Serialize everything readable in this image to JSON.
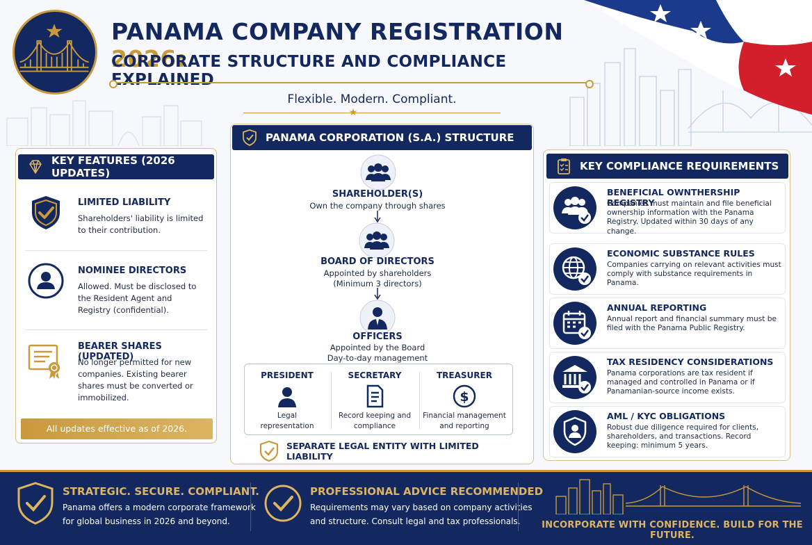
{
  "header": {
    "title_main": "PANAMA COMPANY REGISTRATION",
    "title_year": "2026:",
    "subtitle": "CORPORATE STRUCTURE AND COMPLIANCE EXPLAINED",
    "tagline": "Flexible. Modern. Compliant."
  },
  "key_features": {
    "heading": "KEY FEATURES (2026 UPDATES)",
    "items": [
      {
        "title": "LIMITED LIABILITY",
        "desc": "Shareholders' liability is limited to their contribution.",
        "icon": "shield-check-icon"
      },
      {
        "title": "NOMINEE DIRECTORS",
        "desc": "Allowed. Must be disclosed to the Resident Agent and Registry (confidential).",
        "icon": "person-icon"
      },
      {
        "title": "BEARER SHARES (UPDATED)",
        "desc": "No longer permitted for new companies. Existing bearer shares must be converted or immobilized.",
        "icon": "certificate-icon"
      }
    ],
    "footer": "All updates effective as of 2026."
  },
  "structure": {
    "heading": "PANAMA CORPORATION (S.A.) STRUCTURE",
    "shareholders": {
      "title": "SHAREHOLDER(S)",
      "desc": "Own the company through shares"
    },
    "board": {
      "title": "BOARD OF DIRECTORS",
      "desc1": "Appointed by shareholders",
      "desc2": "(Minimum 3 directors)"
    },
    "officers": {
      "title": "OFFICERS",
      "desc1": "Appointed by the Board",
      "desc2": "Day-to-day management"
    },
    "roles": [
      {
        "title": "PRESIDENT",
        "desc1": "Legal",
        "desc2": "representation"
      },
      {
        "title": "SECRETARY",
        "desc1": "Record keeping and",
        "desc2": "compliance"
      },
      {
        "title": "TREASURER",
        "desc1": "Financial management",
        "desc2": "and reporting"
      }
    ],
    "entity_note": "SEPARATE LEGAL ENTITY WITH LIMITED LIABILITY"
  },
  "compliance": {
    "heading": "KEY COMPLIANCE REQUIREMENTS",
    "items": [
      {
        "title": "BENEFICIAL OWNTHERSHIP REGISTRY",
        "desc": "Companies must maintain and file beneficial ownership information with the Panama Registry. Updated within 30 days of any change."
      },
      {
        "title": "ECONOMIC SUBSTANCE RULES",
        "desc": "Companies carrying on relevant activities must comply with substance requirements in Panama."
      },
      {
        "title": "ANNUAL REPORTING",
        "desc": "Annual report and financial summary must be filed with the Panama Public Registry."
      },
      {
        "title": "TAX RESIDENCY CONSIDERATIONS",
        "desc": "Panama corporations are tax resident if managed and controlled in Panama or if Panamanian-source income exists."
      },
      {
        "title": "AML / KYC OBLIGATIONS",
        "desc": "Robust due diligence required for clients, shareholders, and transactions. Record keeping: minimum 5 years."
      }
    ]
  },
  "footer": {
    "col1_title": "STRATEGIC. SECURE. COMPLIANT.",
    "col1_desc1": "Panama offers a modern corporate framework",
    "col1_desc2": "for global business in 2026 and beyond.",
    "col2_title": "PROFESSIONAL ADVICE RECOMMENDED",
    "col2_desc1": "Requirements may vary based on company activities",
    "col2_desc2": "and structure. Consult legal and tax professionals.",
    "slogan": "INCORPORATE WITH CONFIDENCE. BUILD FOR THE FUTURE."
  },
  "colors": {
    "navy": "#13285e",
    "gold": "#c99a3c",
    "flag_red": "#d21f2b",
    "flag_blue": "#1b3a8c"
  }
}
